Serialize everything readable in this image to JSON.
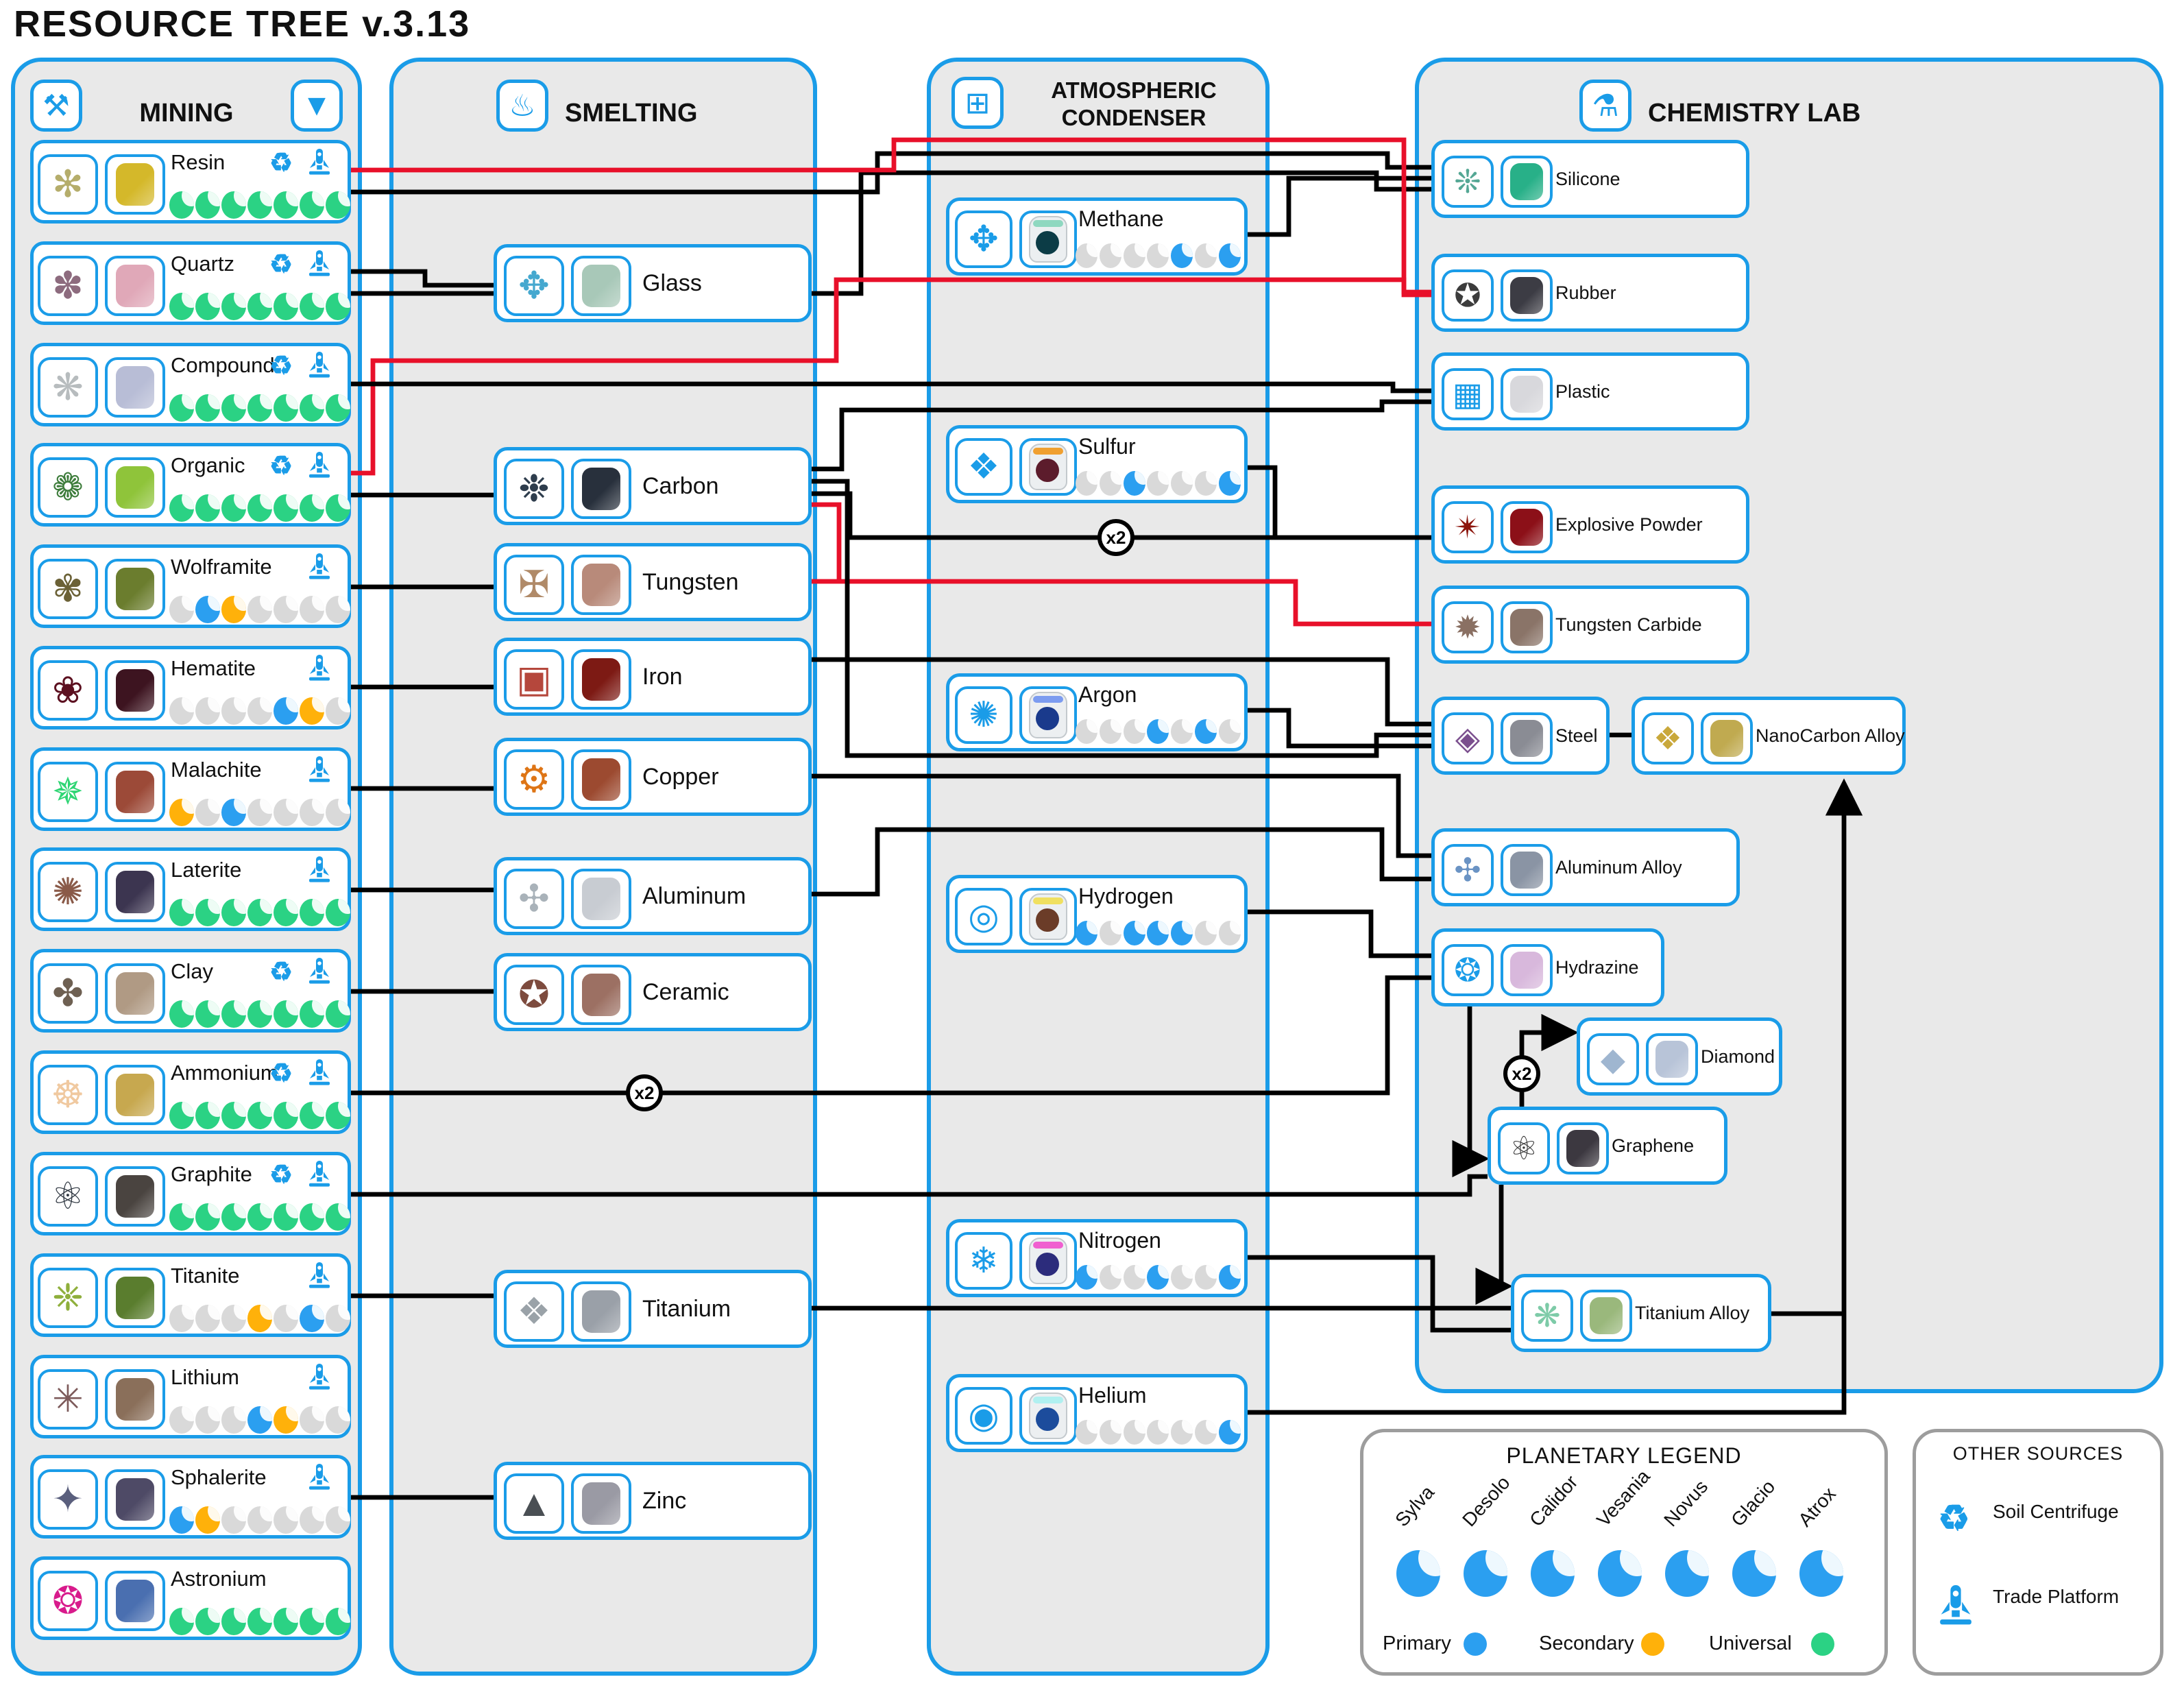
{
  "title": "RESOURCE TREE v.3.13",
  "accent": "#1a9ce8",
  "planets": [
    "Sylva",
    "Desolo",
    "Calidor",
    "Vesania",
    "Novus",
    "Glacio",
    "Atrox"
  ],
  "availability": {
    "primary": {
      "label": "Primary",
      "color": "#2b9ff0"
    },
    "secondary": {
      "label": "Secondary",
      "color": "#ffb10a"
    },
    "universal": {
      "label": "Universal",
      "color": "#2bd284"
    },
    "none_color": "#d9d9d9"
  },
  "legend": {
    "title": "PLANETARY LEGEND"
  },
  "other_sources": {
    "title": "OTHER SOURCES",
    "items": [
      {
        "label": "Soil Centrifuge",
        "icon": "soil-centrifuge-icon"
      },
      {
        "label": "Trade Platform",
        "icon": "trade-platform-icon"
      }
    ]
  },
  "columns": {
    "mining": {
      "label": "MINING",
      "header_icons": [
        "terrain-tool-icon",
        "drill-icon"
      ],
      "items": [
        {
          "name": "Resin",
          "glyph": "✻",
          "glyph_color": "#b5ad6b",
          "thumb_color": "#d4b82a",
          "sources": [
            "soil-centrifuge",
            "trade-platform"
          ],
          "planets": "uuuuuuu"
        },
        {
          "name": "Quartz",
          "glyph": "✽",
          "glyph_color": "#8d6b7e",
          "thumb_color": "#e0a8b8",
          "sources": [
            "soil-centrifuge",
            "trade-platform"
          ],
          "planets": "uuuuuuu"
        },
        {
          "name": "Compound",
          "glyph": "❋",
          "glyph_color": "#b7bcbe",
          "thumb_color": "#b8bdd6",
          "sources": [
            "soil-centrifuge",
            "trade-platform"
          ],
          "planets": "uuuuuuu"
        },
        {
          "name": "Organic",
          "glyph": "❁",
          "glyph_color": "#3e7d3c",
          "thumb_color": "#8fc43a",
          "sources": [
            "soil-centrifuge",
            "trade-platform"
          ],
          "planets": "uuuuuuu"
        },
        {
          "name": "Wolframite",
          "glyph": "✾",
          "glyph_color": "#6b6136",
          "thumb_color": "#6b7d2e",
          "sources": [
            "trade-platform"
          ],
          "planets": "npsnnnn"
        },
        {
          "name": "Hematite",
          "glyph": "❀",
          "glyph_color": "#5c1020",
          "thumb_color": "#3d1420",
          "sources": [
            "trade-platform"
          ],
          "planets": "nnnnpsn"
        },
        {
          "name": "Malachite",
          "glyph": "✵",
          "glyph_color": "#2ed573",
          "thumb_color": "#9c4a38",
          "sources": [
            "trade-platform"
          ],
          "planets": "snpnnnn"
        },
        {
          "name": "Laterite",
          "glyph": "✺",
          "glyph_color": "#8a5a48",
          "thumb_color": "#3c3550",
          "sources": [
            "trade-platform"
          ],
          "planets": "uuuuuuu"
        },
        {
          "name": "Clay",
          "glyph": "✤",
          "glyph_color": "#6e6052",
          "thumb_color": "#b09a84",
          "sources": [
            "soil-centrifuge",
            "trade-platform"
          ],
          "planets": "uuuuuuu"
        },
        {
          "name": "Ammonium",
          "glyph": "☸",
          "glyph_color": "#f0c9a0",
          "thumb_color": "#c7a84f",
          "sources": [
            "soil-centrifuge",
            "trade-platform"
          ],
          "planets": "uuuuuuu"
        },
        {
          "name": "Graphite",
          "glyph": "⚛",
          "glyph_color": "#2e3640",
          "thumb_color": "#4a4440",
          "sources": [
            "soil-centrifuge",
            "trade-platform"
          ],
          "planets": "uuuuuuu"
        },
        {
          "name": "Titanite",
          "glyph": "❈",
          "glyph_color": "#8faf3c",
          "thumb_color": "#5a7d2e",
          "sources": [
            "trade-platform"
          ],
          "planets": "nnnsnpn"
        },
        {
          "name": "Lithium",
          "glyph": "✳",
          "glyph_color": "#7d5a5a",
          "thumb_color": "#8a6f5a",
          "sources": [
            "trade-platform"
          ],
          "planets": "nnnpsnn"
        },
        {
          "name": "Sphalerite",
          "glyph": "✦",
          "glyph_color": "#5a5f7d",
          "thumb_color": "#4e4a66",
          "sources": [
            "trade-platform"
          ],
          "planets": "psnnnnn"
        },
        {
          "name": "Astronium",
          "glyph": "❂",
          "glyph_color": "#d81b8c",
          "thumb_color": "#4a6fb0",
          "sources": [],
          "planets": "uuuuuuu"
        }
      ]
    },
    "smelting": {
      "label": "SMELTING",
      "header_icons": [
        "smelting-furnace-icon"
      ],
      "items": [
        {
          "name": "Glass",
          "glyph": "✥",
          "glyph_color": "#45a8cf",
          "thumb_color": "#a8c8b8"
        },
        {
          "name": "Carbon",
          "glyph": "❉",
          "glyph_color": "#2e3d4d",
          "thumb_color": "#28303c"
        },
        {
          "name": "Tungsten",
          "glyph": "✠",
          "glyph_color": "#b08a68",
          "thumb_color": "#b88a7a"
        },
        {
          "name": "Iron",
          "glyph": "▣",
          "glyph_color": "#b5473c",
          "thumb_color": "#7d1a14"
        },
        {
          "name": "Copper",
          "glyph": "⚙",
          "glyph_color": "#de7516",
          "thumb_color": "#9c4a30"
        },
        {
          "name": "Aluminum",
          "glyph": "✣",
          "glyph_color": "#a9b2b9",
          "thumb_color": "#c8ccd2"
        },
        {
          "name": "Ceramic",
          "glyph": "✪",
          "glyph_color": "#7d4b3e",
          "thumb_color": "#9c7063"
        },
        {
          "name": "Titanium",
          "glyph": "❖",
          "glyph_color": "#9aa2a8",
          "thumb_color": "#9aa0a8"
        },
        {
          "name": "Zinc",
          "glyph": "▲",
          "glyph_color": "#4a4f54",
          "thumb_color": "#9a9aa4"
        }
      ]
    },
    "atmospheric": {
      "label": "ATMOSPHERIC CONDENSER",
      "header_icons": [
        "atmospheric-condenser-icon"
      ],
      "items": [
        {
          "name": "Methane",
          "glyph": "✥",
          "glyph_color": "#1a9ce8",
          "ring": "#8fd8c0",
          "win": "#0c3c46",
          "planets": "nnnnpnp"
        },
        {
          "name": "Sulfur",
          "glyph": "❖",
          "glyph_color": "#1a9ce8",
          "ring": "#f0a030",
          "win": "#5c1c2c",
          "planets": "nnpnnnp"
        },
        {
          "name": "Argon",
          "glyph": "✺",
          "glyph_color": "#1a9ce8",
          "ring": "#7c9cf0",
          "win": "#1a3a8c",
          "planets": "nnnpnpn"
        },
        {
          "name": "Hydrogen",
          "glyph": "◎",
          "glyph_color": "#1a9ce8",
          "ring": "#f0e060",
          "win": "#6b3c28",
          "planets": "pnpppnn"
        },
        {
          "name": "Nitrogen",
          "glyph": "❄",
          "glyph_color": "#1a9ce8",
          "ring": "#f060d0",
          "win": "#2c2c7c",
          "planets": "pnnpnnp"
        },
        {
          "name": "Helium",
          "glyph": "◉",
          "glyph_color": "#1a9ce8",
          "ring": "#b0f0f0",
          "win": "#1c4c9c",
          "planets": "nnnnnnp"
        }
      ]
    },
    "chemistry": {
      "label": "CHEMISTRY LAB",
      "header_icons": [
        "chemistry-lab-icon"
      ],
      "items": [
        {
          "name": "Silicone",
          "glyph": "❊",
          "glyph_color": "#54a794",
          "thumb_color": "#28b088"
        },
        {
          "name": "Rubber",
          "glyph": "✪",
          "glyph_color": "#3c3c3c",
          "thumb_color": "#3c3c44"
        },
        {
          "name": "Plastic",
          "glyph": "▦",
          "glyph_color": "#1a9ce8",
          "thumb_color": "#d8d8dc"
        },
        {
          "name": "Explosive Powder",
          "glyph": "✴",
          "glyph_color": "#8c150c",
          "thumb_color": "#8c1018"
        },
        {
          "name": "Tungsten Carbide",
          "glyph": "✹",
          "glyph_color": "#8a7063",
          "thumb_color": "#8a7468"
        },
        {
          "name": "Steel",
          "glyph": "◈",
          "glyph_color": "#7b4f8e",
          "thumb_color": "#8a8c94"
        },
        {
          "name": "NanoCarbon Alloy",
          "glyph": "❖",
          "glyph_color": "#c9a83b",
          "thumb_color": "#c0aa50"
        },
        {
          "name": "Aluminum Alloy",
          "glyph": "✣",
          "glyph_color": "#6a93c4",
          "thumb_color": "#8a94a4"
        },
        {
          "name": "Hydrazine",
          "glyph": "❂",
          "glyph_color": "#1a9ce8",
          "thumb_color": "#d8b8dc"
        },
        {
          "name": "Diamond",
          "glyph": "◆",
          "glyph_color": "#9fb6d0",
          "thumb_color": "#b8c4d8"
        },
        {
          "name": "Graphene",
          "glyph": "⚛",
          "glyph_color": "#3a3a3a",
          "thumb_color": "#3c3840"
        },
        {
          "name": "Titanium Alloy",
          "glyph": "❋",
          "glyph_color": "#7ecba8",
          "thumb_color": "#9ab87c"
        }
      ]
    }
  },
  "connections": [
    {
      "from": "Quartz",
      "to": "Glass",
      "color": "black"
    },
    {
      "from": "Resin",
      "to": "Silicone",
      "color": "black"
    },
    {
      "from": "Quartz",
      "to": "Silicone",
      "color": "black"
    },
    {
      "from": "Methane",
      "to": "Silicone",
      "color": "black"
    },
    {
      "from": "Resin",
      "to": "Rubber",
      "color": "red"
    },
    {
      "from": "Organic",
      "to": "Rubber",
      "color": "red"
    },
    {
      "from": "Compound",
      "to": "Plastic",
      "color": "black"
    },
    {
      "from": "Carbon",
      "to": "Plastic",
      "color": "black"
    },
    {
      "from": "Organic",
      "to": "Carbon",
      "color": "black"
    },
    {
      "from": "Wolframite",
      "to": "Tungsten",
      "color": "black"
    },
    {
      "from": "Hematite",
      "to": "Iron",
      "color": "black"
    },
    {
      "from": "Malachite",
      "to": "Copper",
      "color": "black"
    },
    {
      "from": "Laterite",
      "to": "Aluminum",
      "color": "black"
    },
    {
      "from": "Clay",
      "to": "Ceramic",
      "color": "black"
    },
    {
      "from": "Titanite",
      "to": "Titanium",
      "color": "black"
    },
    {
      "from": "Sphalerite",
      "to": "Zinc",
      "color": "black"
    },
    {
      "from": "Graphite",
      "to": "Graphene",
      "color": "black"
    },
    {
      "from": "Ammonium",
      "to": "Hydrazine",
      "color": "black",
      "multiplier": "x2",
      "badge_at": [
        470,
        797
      ]
    },
    {
      "from": "Hydrogen",
      "to": "Hydrazine",
      "color": "black"
    },
    {
      "from": "Carbon",
      "to": "Explosive Powder",
      "color": "black",
      "multiplier": "x2",
      "badge_at": [
        814,
        392
      ]
    },
    {
      "from": "Sulfur",
      "to": "Explosive Powder",
      "color": "black"
    },
    {
      "from": "Carbon",
      "to": "Tungsten Carbide",
      "color": "red"
    },
    {
      "from": "Tungsten",
      "to": "Tungsten Carbide",
      "color": "red"
    },
    {
      "from": "Iron",
      "to": "Steel",
      "color": "black"
    },
    {
      "from": "Carbon",
      "to": "Steel",
      "color": "black"
    },
    {
      "from": "Argon",
      "to": "Steel",
      "color": "black"
    },
    {
      "from": "Steel",
      "to": "NanoCarbon Alloy",
      "color": "black"
    },
    {
      "from": "Copper",
      "to": "Aluminum Alloy",
      "color": "black"
    },
    {
      "from": "Aluminum",
      "to": "Aluminum Alloy",
      "color": "black"
    },
    {
      "from": "Hydrazine",
      "to": "Graphene",
      "color": "black",
      "arrow": true
    },
    {
      "from": "Graphene",
      "to": "Diamond",
      "color": "black",
      "arrow": true,
      "multiplier": "x2",
      "badge_at": [
        1110,
        783
      ]
    },
    {
      "from": "Graphene",
      "to": "Titanium Alloy",
      "color": "black",
      "arrow": true
    },
    {
      "from": "Titanium",
      "to": "Titanium Alloy",
      "color": "black"
    },
    {
      "from": "Nitrogen",
      "to": "Titanium Alloy",
      "color": "black"
    },
    {
      "from": "Helium",
      "to": "NanoCarbon Alloy",
      "color": "black",
      "arrow": true
    },
    {
      "from": "Titanium Alloy",
      "to": "NanoCarbon Alloy",
      "color": "black"
    }
  ]
}
